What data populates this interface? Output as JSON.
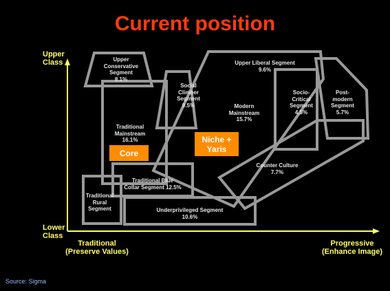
{
  "title": "Current position",
  "colors": {
    "title": "#ff3a12",
    "axis": "#ffff66",
    "axis_label": "#ffff66",
    "shape_stroke": "#999999",
    "badge_fill": "#ff8c00",
    "segment_text": "#e6e6e6",
    "source": "#9fb8ff"
  },
  "axes": {
    "y_top": [
      "Upper",
      "Class"
    ],
    "y_bottom": [
      "Lower",
      "Class"
    ],
    "x_left": [
      "Traditional",
      "(Preserve Values)"
    ],
    "x_right": [
      "Progressive",
      "(Enhance Image)"
    ]
  },
  "segments": [
    {
      "id": "upper-conservative",
      "lines": [
        "Upper",
        "Conservative",
        "Segment",
        "8.1%"
      ]
    },
    {
      "id": "social-climber",
      "lines": [
        "Social",
        "Climber",
        "Segment",
        "9.5%"
      ]
    },
    {
      "id": "upper-liberal",
      "lines": [
        "Upper Liberal Segment",
        "9.6%"
      ]
    },
    {
      "id": "modern-mainstream",
      "lines": [
        "Modern",
        "Mainstream",
        "15.7%"
      ]
    },
    {
      "id": "socio-critical",
      "lines": [
        "Socio-",
        "Critical",
        "Segment",
        "4.5%"
      ]
    },
    {
      "id": "post-modern",
      "lines": [
        "Post-",
        "modern",
        "Segment",
        "5.7%"
      ]
    },
    {
      "id": "traditional-mainstream",
      "lines": [
        "Traditional",
        "Mainstream",
        "16.1%"
      ]
    },
    {
      "id": "counter-culture",
      "lines": [
        "Counter Culture",
        "7.7%"
      ]
    },
    {
      "id": "traditional-blue-collar",
      "lines": [
        "Traditional Blue",
        "Collar Segment 12.5%"
      ]
    },
    {
      "id": "traditional-rural",
      "lines": [
        "Traditional",
        "Rural",
        "Segment"
      ]
    },
    {
      "id": "underprivileged",
      "lines": [
        "Underprivileged Segment",
        "10.6%"
      ]
    }
  ],
  "badges": [
    {
      "id": "core",
      "lines": [
        "Core"
      ]
    },
    {
      "id": "niche-yaris",
      "lines": [
        "Niche +",
        "Yaris"
      ]
    }
  ],
  "source": "Source: Sigma"
}
